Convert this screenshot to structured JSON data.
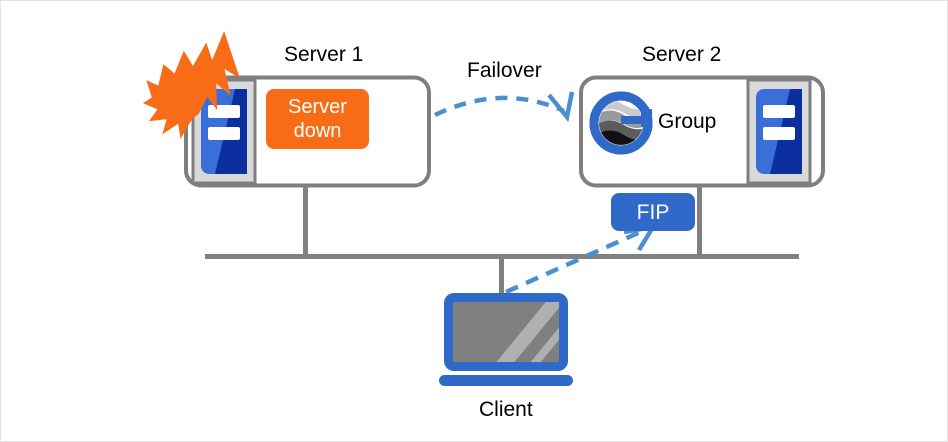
{
  "diagram": {
    "title_server1": "Server 1",
    "title_server2": "Server 2",
    "failover_label": "Failover",
    "client_label": "Client",
    "group_label": "Group",
    "fip_label": "FIP",
    "server_down_line1": "Server",
    "server_down_line2": "down",
    "colors": {
      "orange": "#f96c17",
      "blue": "#3069c8",
      "accent_blue": "#4b8fd0",
      "gray_line": "#808080",
      "gray_frame": "#7f7f7f",
      "icon_light_blue": "#3a6fd8",
      "icon_dark_blue": "#0b2f9e",
      "icon_frame_gray": "#d9d9d9",
      "screen_gray": "#808080",
      "page_border": "#e3e3e3"
    },
    "icons": {
      "server1_icon": "server-rack-icon",
      "server2_icon": "server-rack-icon",
      "burst": "explosion-burst-icon",
      "group_logo": "group-logo-icon",
      "client": "client-monitor-icon"
    }
  }
}
